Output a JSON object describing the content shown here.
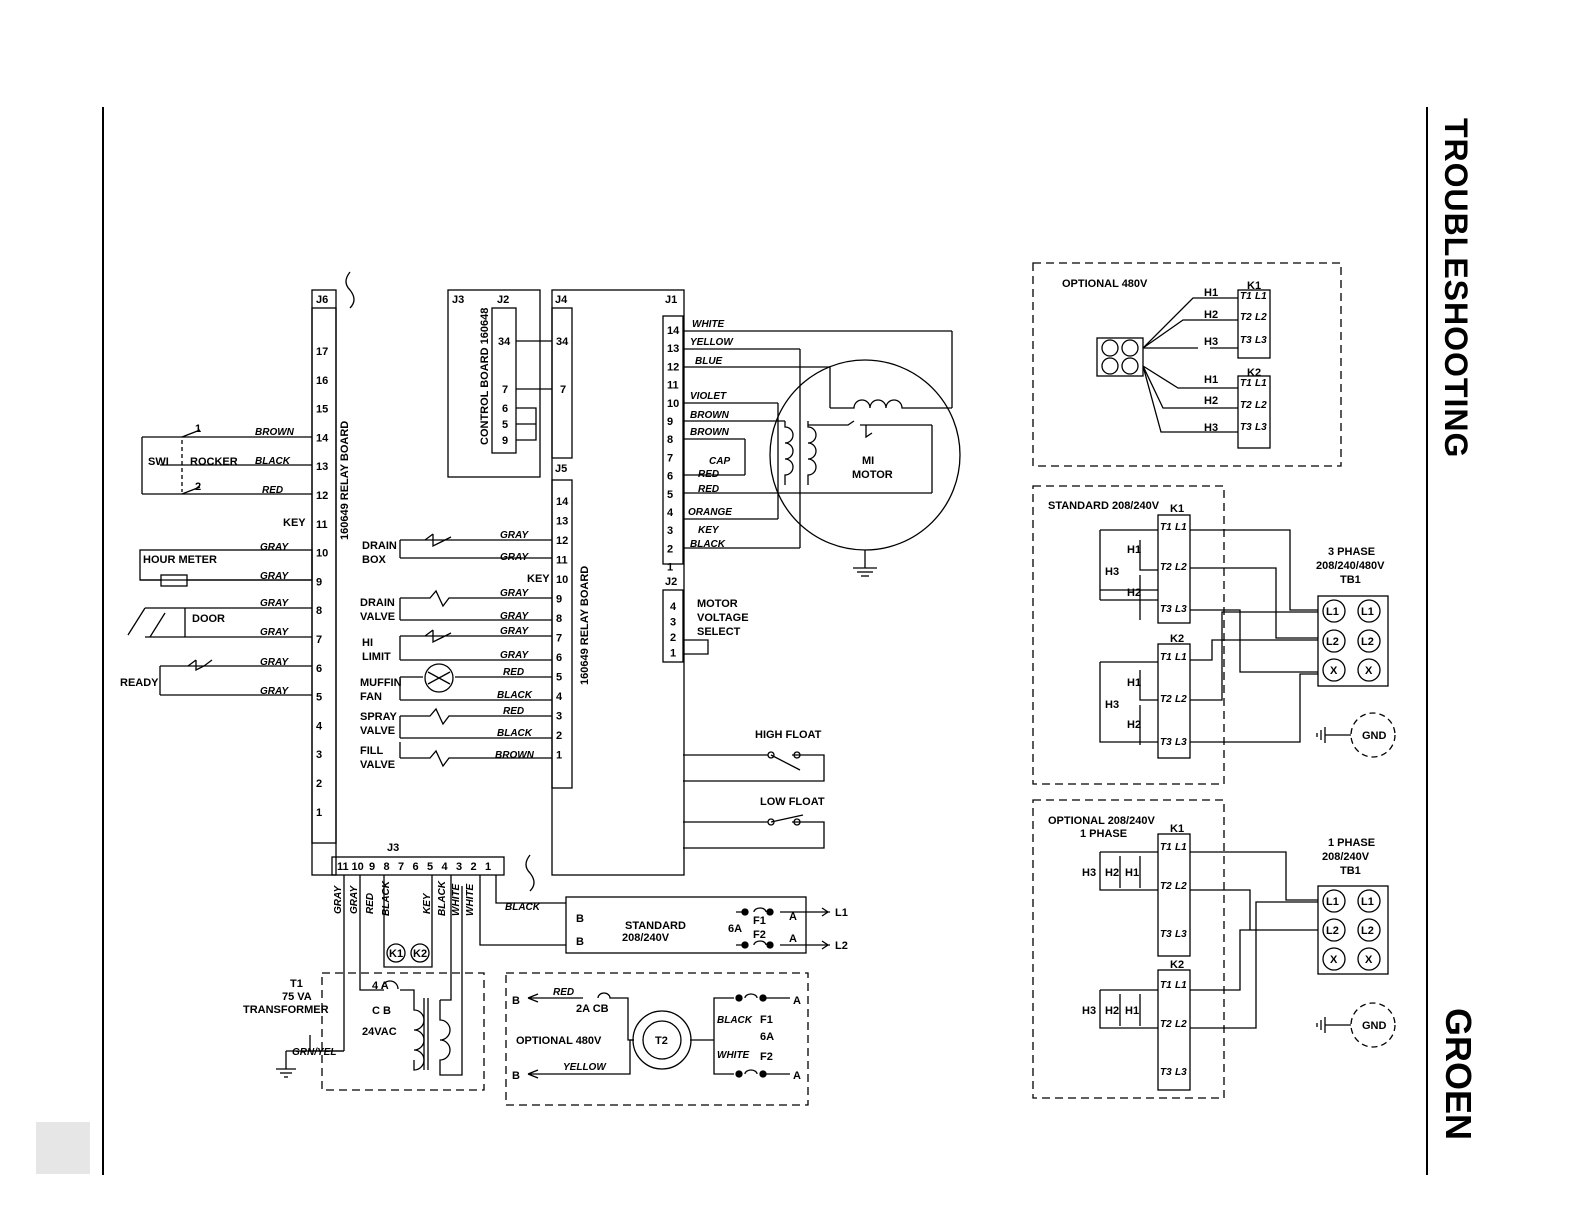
{
  "header": {
    "title": "TROUBLESHOOTING",
    "brand": "GROEN"
  },
  "relay_j6": {
    "connector": "J6",
    "board_label": "160649 RELAY BOARD",
    "pins": [
      "17",
      "16",
      "15",
      "14",
      "13",
      "12",
      "11",
      "10",
      "9",
      "8",
      "7",
      "6",
      "5",
      "4",
      "3",
      "2",
      "1"
    ],
    "left_devices": [
      "SWI",
      "ROCKER",
      "KEY",
      "HOUR METER",
      "DOOR",
      "READY"
    ],
    "wires": [
      "BROWN",
      "BLACK",
      "RED",
      "GRAY",
      "GRAY",
      "GRAY",
      "GRAY",
      "GRAY",
      "GRAY"
    ],
    "switch_marks": [
      "1",
      "2"
    ]
  },
  "control_board": {
    "connectors": [
      "J3",
      "J2"
    ],
    "label": "CONTROL BOARD 160648",
    "pins": [
      "34",
      "7",
      "6",
      "5",
      "9"
    ]
  },
  "j4": {
    "connector": "J4",
    "pins": [
      "34",
      "7"
    ]
  },
  "j5": {
    "connector": "J5",
    "board_label": "160649 RELAY BOARD",
    "pins": [
      "14",
      "13",
      "12",
      "11",
      "10",
      "9",
      "8",
      "7",
      "6",
      "5",
      "4",
      "3",
      "2",
      "1"
    ],
    "devices": [
      "DRAIN",
      "BOX",
      "DRAIN",
      "VALVE",
      "HI",
      "LIMIT",
      "MUFFIN",
      "FAN",
      "SPRAY",
      "VALVE",
      "FILL",
      "VALVE"
    ],
    "wires": [
      "GRAY",
      "GRAY",
      "KEY",
      "GRAY",
      "GRAY",
      "GRAY",
      "GRAY",
      "RED",
      "BLACK",
      "RED",
      "BLACK",
      "BROWN"
    ]
  },
  "j1": {
    "connector": "J1",
    "pins": [
      "14",
      "13",
      "12",
      "11",
      "10",
      "9",
      "8",
      "7",
      "6",
      "5",
      "4",
      "3",
      "2",
      "1"
    ],
    "wires": [
      "WHITE",
      "YELLOW",
      "BLUE",
      "VIOLET",
      "BROWN",
      "BROWN",
      "CAP",
      "RED",
      "RED",
      "ORANGE",
      "KEY",
      "BLACK"
    ]
  },
  "motor": {
    "label_1": "MI",
    "label_2": "MOTOR"
  },
  "j2_motor": {
    "connector": "J2",
    "pins": [
      "4",
      "3",
      "2",
      "1"
    ],
    "label": [
      "MOTOR",
      "VOLTAGE",
      "SELECT"
    ]
  },
  "floats": [
    "HIGH FLOAT",
    "LOW FLOAT"
  ],
  "j3_bottom": {
    "connector": "J3",
    "pins": [
      "11",
      "10",
      "9",
      "8",
      "7",
      "6",
      "5",
      "4",
      "3",
      "2",
      "1"
    ],
    "wires": [
      "GRAY",
      "GRAY",
      "RED",
      "BLACK",
      "KEY",
      "BLACK",
      "WHITE",
      "WHITE"
    ],
    "relays": [
      "K1",
      "K2"
    ]
  },
  "transformer": {
    "labels": [
      "T1",
      "75 VA",
      "TRANSFORMER"
    ],
    "breaker": [
      "4 A",
      "C B",
      "24VAC"
    ],
    "ground_wire": "GRN/YEL"
  },
  "standard_fuse": {
    "wire": "BLACK",
    "labels": [
      "STANDARD",
      "208/240V"
    ],
    "terminals": [
      "B",
      "B",
      "A",
      "A"
    ],
    "fuses": [
      "F1",
      "F2",
      "6A"
    ],
    "lines": [
      "L1",
      "L2"
    ]
  },
  "optional_480_fuse": {
    "label": "OPTIONAL 480V",
    "terminals": [
      "B",
      "B",
      "A",
      "A"
    ],
    "breaker": "2A CB",
    "transformer": "T2",
    "wires": [
      "RED",
      "YELLOW",
      "BLACK",
      "WHITE"
    ],
    "fuses": [
      "F1",
      "6A",
      "F2"
    ]
  },
  "optional_480_panel": {
    "title": "OPTIONAL 480V",
    "contactors": [
      "K1",
      "K2"
    ],
    "heaters": [
      "H1",
      "H2",
      "H3"
    ]
  },
  "standard_panel": {
    "title": "STANDARD 208/240V",
    "contactors": [
      "K1",
      "K2"
    ],
    "heaters": [
      "H1",
      "H2",
      "H3"
    ],
    "tb_label": [
      "3 PHASE",
      "208/240/480V",
      "TB1"
    ],
    "terminals": [
      "L1",
      "L1",
      "L2",
      "L2",
      "X",
      "X"
    ],
    "gnd": "GND"
  },
  "single_phase_panel": {
    "title": [
      "OPTIONAL 208/240V",
      "1 PHASE"
    ],
    "contactors": [
      "K1",
      "K2"
    ],
    "heaters": [
      "H1",
      "H2",
      "H3"
    ],
    "tb_label": [
      "1 PHASE",
      "208/240V",
      "TB1"
    ],
    "terminals": [
      "L1",
      "L1",
      "L2",
      "L2",
      "X",
      "X"
    ],
    "gnd": "GND"
  },
  "contact_marks": [
    "T1",
    "L1",
    "T2",
    "L2",
    "T3",
    "L3"
  ],
  "colors": {
    "ink": "#000000",
    "page": "#ffffff",
    "tab": "#e6e6e6"
  }
}
